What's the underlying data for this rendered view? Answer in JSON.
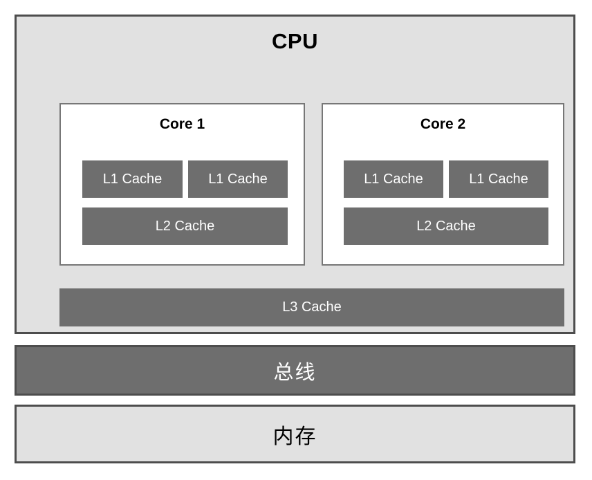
{
  "diagram": {
    "title": "CPU",
    "type": "cpu-cache-hierarchy",
    "colors": {
      "container_fill": "#E1E1E1",
      "container_border": "#4D4D4D",
      "core_fill": "#FFFFFF",
      "core_border": "#777777",
      "cache_fill": "#6E6E6E",
      "cache_text": "#FFFFFF",
      "label_text": "#000000",
      "page_background": "#FFFFFF"
    }
  },
  "cpu": {
    "title": "CPU",
    "cores": [
      {
        "title": "Core 1",
        "l1_caches": [
          {
            "label": "L1 Cache"
          },
          {
            "label": "L1 Cache"
          }
        ],
        "l2_cache": {
          "label": "L2 Cache"
        }
      },
      {
        "title": "Core 2",
        "l1_caches": [
          {
            "label": "L1 Cache"
          },
          {
            "label": "L1 Cache"
          }
        ],
        "l2_cache": {
          "label": "L2 Cache"
        }
      }
    ],
    "l3_cache": {
      "label": "L3 Cache"
    }
  },
  "bus": {
    "label": "总线"
  },
  "memory": {
    "label": "内存"
  }
}
